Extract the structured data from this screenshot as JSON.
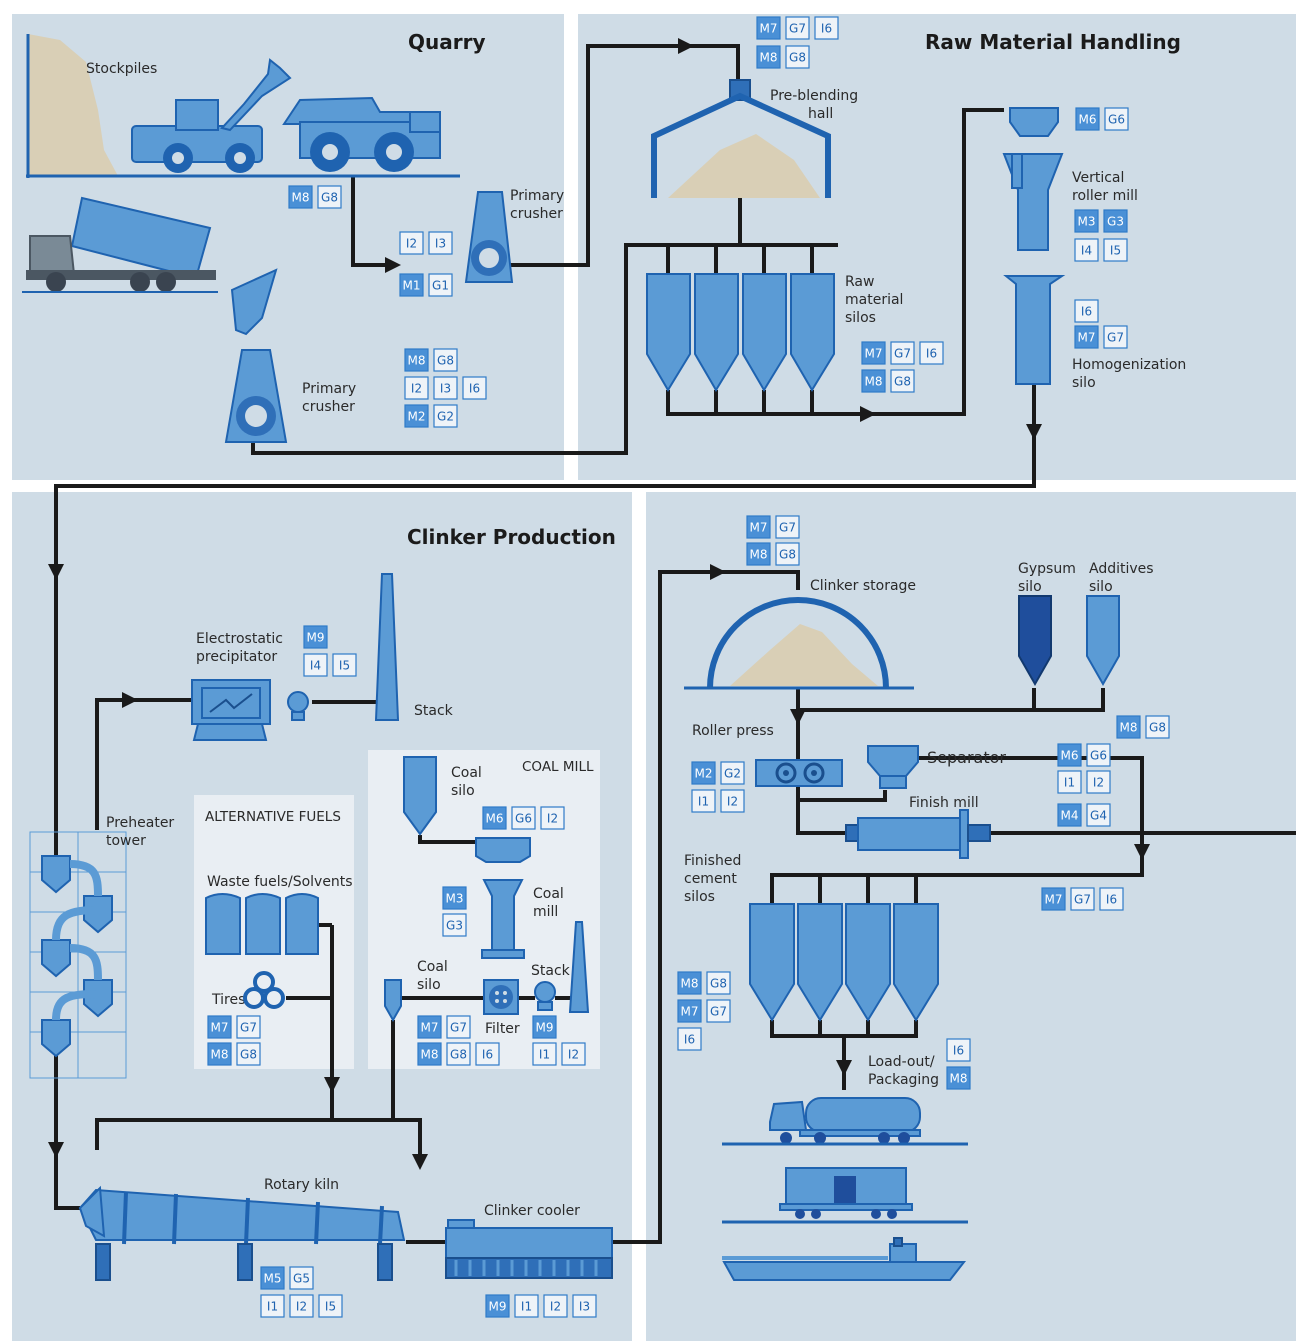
{
  "colors": {
    "panel": "#cfdce6",
    "subpanel": "#e9eef3",
    "equipment": "#5b9bd5",
    "equipment_outline": "#1f63b0",
    "dark_equipment": "#1f4e9c",
    "material_pile": "#d9cfb6",
    "flow_line": "#1a1a1a",
    "tag_filled": "#4a90d6",
    "tag_outline": "#2f7bc8"
  },
  "sections": {
    "quarry": "Quarry",
    "raw_material_handling": "Raw Material Handling",
    "clinker_production": "Clinker Production"
  },
  "labels": {
    "stockpiles": "Stockpiles",
    "primary_crusher_1": [
      "Primary",
      "crusher"
    ],
    "primary_crusher_2": [
      "Primary",
      "crusher"
    ],
    "pre_blending_hall": [
      "Pre-blending",
      "hall"
    ],
    "raw_material_silos": [
      "Raw",
      "material",
      "silos"
    ],
    "vertical_roller_mill": [
      "Vertical",
      "roller mill"
    ],
    "homogenization_silo": [
      "Homogenization",
      "silo"
    ],
    "electrostatic_precipitator": [
      "Electrostatic",
      "precipitator"
    ],
    "stack_main": "Stack",
    "preheater_tower": [
      "Preheater",
      "tower"
    ],
    "alternative_fuels": "ALTERNATIVE FUELS",
    "waste_fuels": "Waste fuels/Solvents",
    "tires": "Tires",
    "coal_mill_title": "COAL MILL",
    "coal_silo_top": [
      "Coal",
      "silo"
    ],
    "coal_mill": [
      "Coal",
      "mill"
    ],
    "coal_silo_bottom": [
      "Coal",
      "silo"
    ],
    "stack_coal": "Stack",
    "filter": "Filter",
    "rotary_kiln": "Rotary kiln",
    "clinker_cooler": "Clinker cooler",
    "clinker_storage": "Clinker storage",
    "gypsum_silo": [
      "Gypsum",
      "silo"
    ],
    "additives_silo": [
      "Additives",
      "silo"
    ],
    "roller_press": "Roller press",
    "separator": "Separator",
    "finish_mill": "Finish mill",
    "finished_cement_silos": [
      "Finished",
      "cement",
      "silos"
    ],
    "load_out": [
      "Load-out/",
      "Packaging"
    ]
  },
  "tags": {
    "crusher1_a": [
      {
        "t": "M8",
        "f": true
      },
      {
        "t": "G8",
        "f": false
      }
    ],
    "crusher1_b": [
      {
        "t": "I2",
        "f": false
      },
      {
        "t": "I3",
        "f": false
      }
    ],
    "crusher1_c": [
      {
        "t": "M1",
        "f": true
      },
      {
        "t": "G1",
        "f": false
      }
    ],
    "crusher2_a": [
      {
        "t": "M8",
        "f": true
      },
      {
        "t": "G8",
        "f": false
      }
    ],
    "crusher2_b": [
      {
        "t": "I2",
        "f": false
      },
      {
        "t": "I3",
        "f": false
      },
      {
        "t": "I6",
        "f": false
      }
    ],
    "crusher2_c": [
      {
        "t": "M2",
        "f": true
      },
      {
        "t": "G2",
        "f": false
      }
    ],
    "preblend_a": [
      {
        "t": "M7",
        "f": true
      },
      {
        "t": "G7",
        "f": false
      },
      {
        "t": "I6",
        "f": false
      }
    ],
    "preblend_b": [
      {
        "t": "M8",
        "f": true
      },
      {
        "t": "G8",
        "f": false
      }
    ],
    "rawsilo_a": [
      {
        "t": "M7",
        "f": true
      },
      {
        "t": "G7",
        "f": false
      },
      {
        "t": "I6",
        "f": false
      }
    ],
    "rawsilo_b": [
      {
        "t": "M8",
        "f": true
      },
      {
        "t": "G8",
        "f": false
      }
    ],
    "vrm_a": [
      {
        "t": "M6",
        "f": true
      },
      {
        "t": "G6",
        "f": false
      }
    ],
    "vrm_b": [
      {
        "t": "M3",
        "f": true
      },
      {
        "t": "G3",
        "f": true
      }
    ],
    "vrm_c": [
      {
        "t": "I4",
        "f": false
      },
      {
        "t": "I5",
        "f": false
      }
    ],
    "homo_a": [
      {
        "t": "I6",
        "f": false
      }
    ],
    "homo_b": [
      {
        "t": "M7",
        "f": true
      },
      {
        "t": "G7",
        "f": false
      }
    ],
    "esp_a": [
      {
        "t": "M9",
        "f": true
      }
    ],
    "esp_b": [
      {
        "t": "I4",
        "f": false
      },
      {
        "t": "I5",
        "f": false
      }
    ],
    "coalsilo_top": [
      {
        "t": "M6",
        "f": true
      },
      {
        "t": "G6",
        "f": false
      },
      {
        "t": "I2",
        "f": false
      }
    ],
    "coalmill_a": [
      {
        "t": "M3",
        "f": true
      }
    ],
    "coalmill_b": [
      {
        "t": "G3",
        "f": false
      }
    ],
    "coalsilo_bot_a": [
      {
        "t": "M7",
        "f": true
      },
      {
        "t": "G7",
        "f": false
      }
    ],
    "coalsilo_bot_b": [
      {
        "t": "M8",
        "f": true
      },
      {
        "t": "G8",
        "f": false
      },
      {
        "t": "I6",
        "f": false
      }
    ],
    "coalstack_a": [
      {
        "t": "M9",
        "f": true
      }
    ],
    "coalstack_b": [
      {
        "t": "I1",
        "f": false
      },
      {
        "t": "I2",
        "f": false
      }
    ],
    "altfuel_a": [
      {
        "t": "M7",
        "f": true
      },
      {
        "t": "G7",
        "f": false
      }
    ],
    "altfuel_b": [
      {
        "t": "M8",
        "f": true
      },
      {
        "t": "G8",
        "f": false
      }
    ],
    "kiln_a": [
      {
        "t": "M5",
        "f": true
      },
      {
        "t": "G5",
        "f": false
      }
    ],
    "kiln_b": [
      {
        "t": "I1",
        "f": false
      },
      {
        "t": "I2",
        "f": false
      },
      {
        "t": "I5",
        "f": false
      }
    ],
    "cooler": [
      {
        "t": "M9",
        "f": true
      },
      {
        "t": "I1",
        "f": false
      },
      {
        "t": "I2",
        "f": false
      },
      {
        "t": "I3",
        "f": false
      }
    ],
    "clstore_a": [
      {
        "t": "M7",
        "f": true
      },
      {
        "t": "G7",
        "f": false
      }
    ],
    "clstore_b": [
      {
        "t": "M8",
        "f": true
      },
      {
        "t": "G8",
        "f": false
      }
    ],
    "additives": [
      {
        "t": "M8",
        "f": true
      },
      {
        "t": "G8",
        "f": false
      }
    ],
    "rollerpress_a": [
      {
        "t": "M2",
        "f": true
      },
      {
        "t": "G2",
        "f": false
      }
    ],
    "rollerpress_b": [
      {
        "t": "I1",
        "f": false
      },
      {
        "t": "I2",
        "f": false
      }
    ],
    "separator_a": [
      {
        "t": "M6",
        "f": true
      },
      {
        "t": "G6",
        "f": false
      }
    ],
    "separator_b": [
      {
        "t": "I1",
        "f": false
      },
      {
        "t": "I2",
        "f": false
      }
    ],
    "finishmill": [
      {
        "t": "M4",
        "f": true
      },
      {
        "t": "G4",
        "f": false
      }
    ],
    "cementsilo_r": [
      {
        "t": "M7",
        "f": true
      },
      {
        "t": "G7",
        "f": false
      },
      {
        "t": "I6",
        "f": false
      }
    ],
    "cementsilo_l_a": [
      {
        "t": "M8",
        "f": true
      },
      {
        "t": "G8",
        "f": false
      }
    ],
    "cementsilo_l_b": [
      {
        "t": "M7",
        "f": true
      },
      {
        "t": "G7",
        "f": false
      }
    ],
    "cementsilo_l_c": [
      {
        "t": "I6",
        "f": false
      }
    ],
    "loadout_a": [
      {
        "t": "I6",
        "f": false
      }
    ],
    "loadout_b": [
      {
        "t": "M8",
        "f": true
      }
    ]
  }
}
